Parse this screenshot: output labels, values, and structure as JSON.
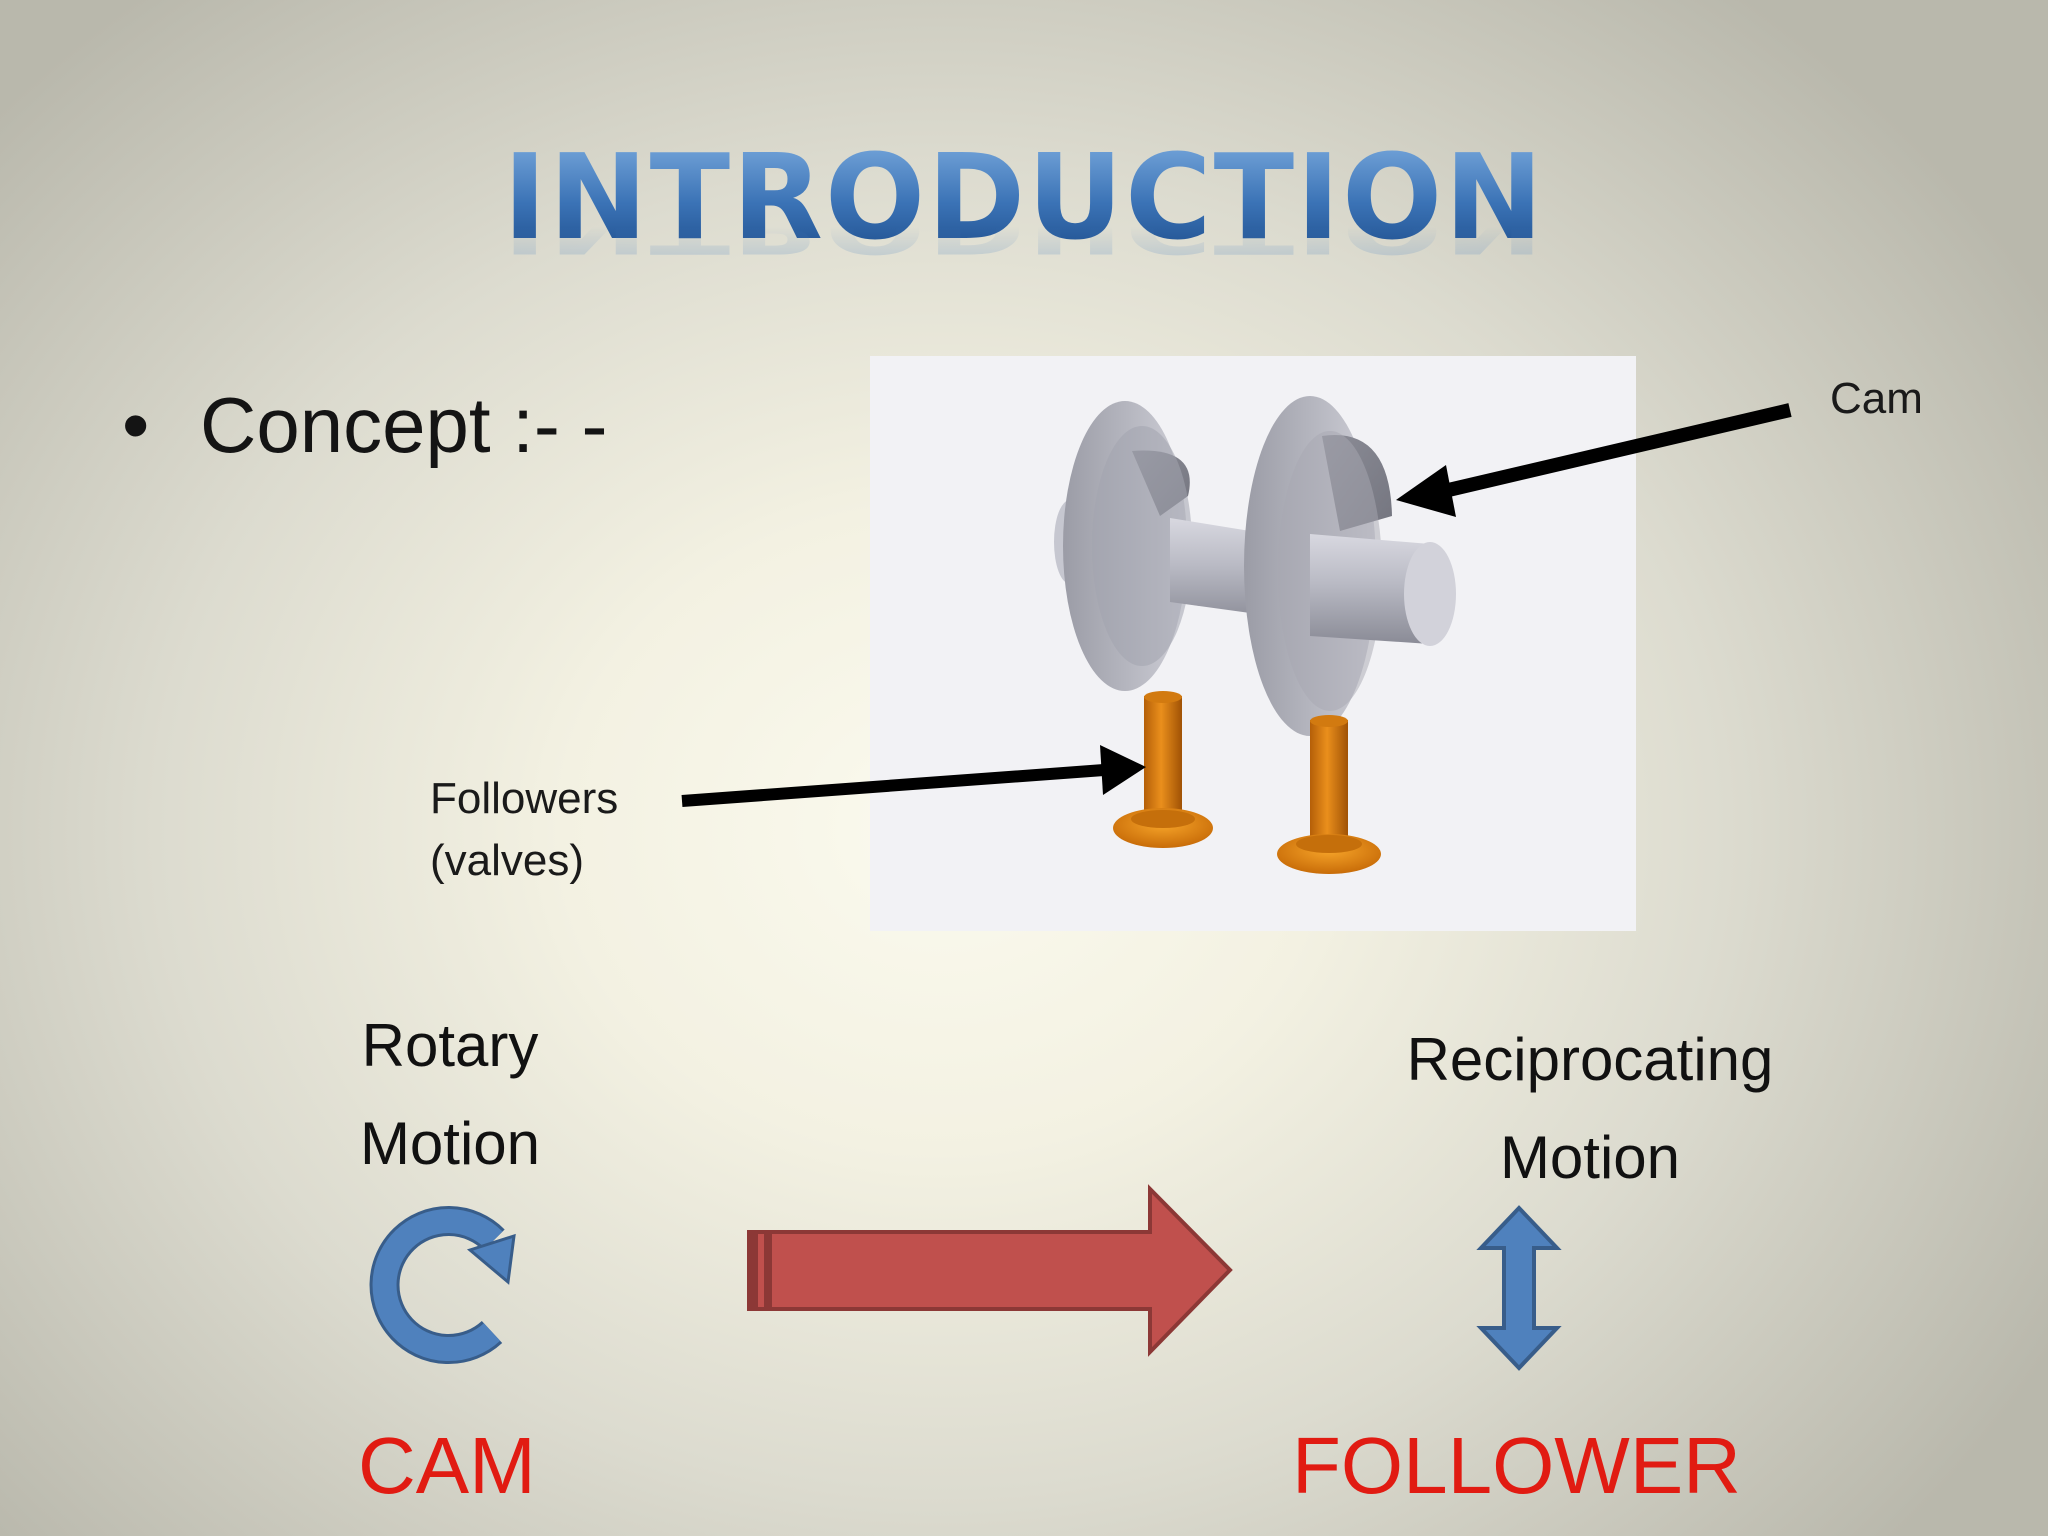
{
  "slide": {
    "title": "INTRODUCTION",
    "bullet_symbol": "•",
    "bullet_text": "Concept :- -",
    "labels": {
      "cam": "Cam",
      "followers_line1": "Followers",
      "followers_line2": "(valves)"
    },
    "left_motion": {
      "line1": "Rotary",
      "line2": "Motion"
    },
    "right_motion": {
      "line1": "Reciprocating",
      "line2": "Motion"
    },
    "left_word": "CAM",
    "right_word": "FOLLOWER",
    "colors": {
      "title_blue": "#3b73b6",
      "red_text": "#e11b12",
      "block_arrow_fill": "#c0504d",
      "block_arrow_stroke": "#8c3836",
      "icon_blue": "#4f81bd",
      "icon_blue_stroke": "#385d8a",
      "follower_orange": "#e38a0e"
    },
    "icons": {
      "rotary": "circular-arrow-icon",
      "reciprocating": "up-down-arrow-icon",
      "transfer": "right-block-arrow-icon"
    }
  }
}
